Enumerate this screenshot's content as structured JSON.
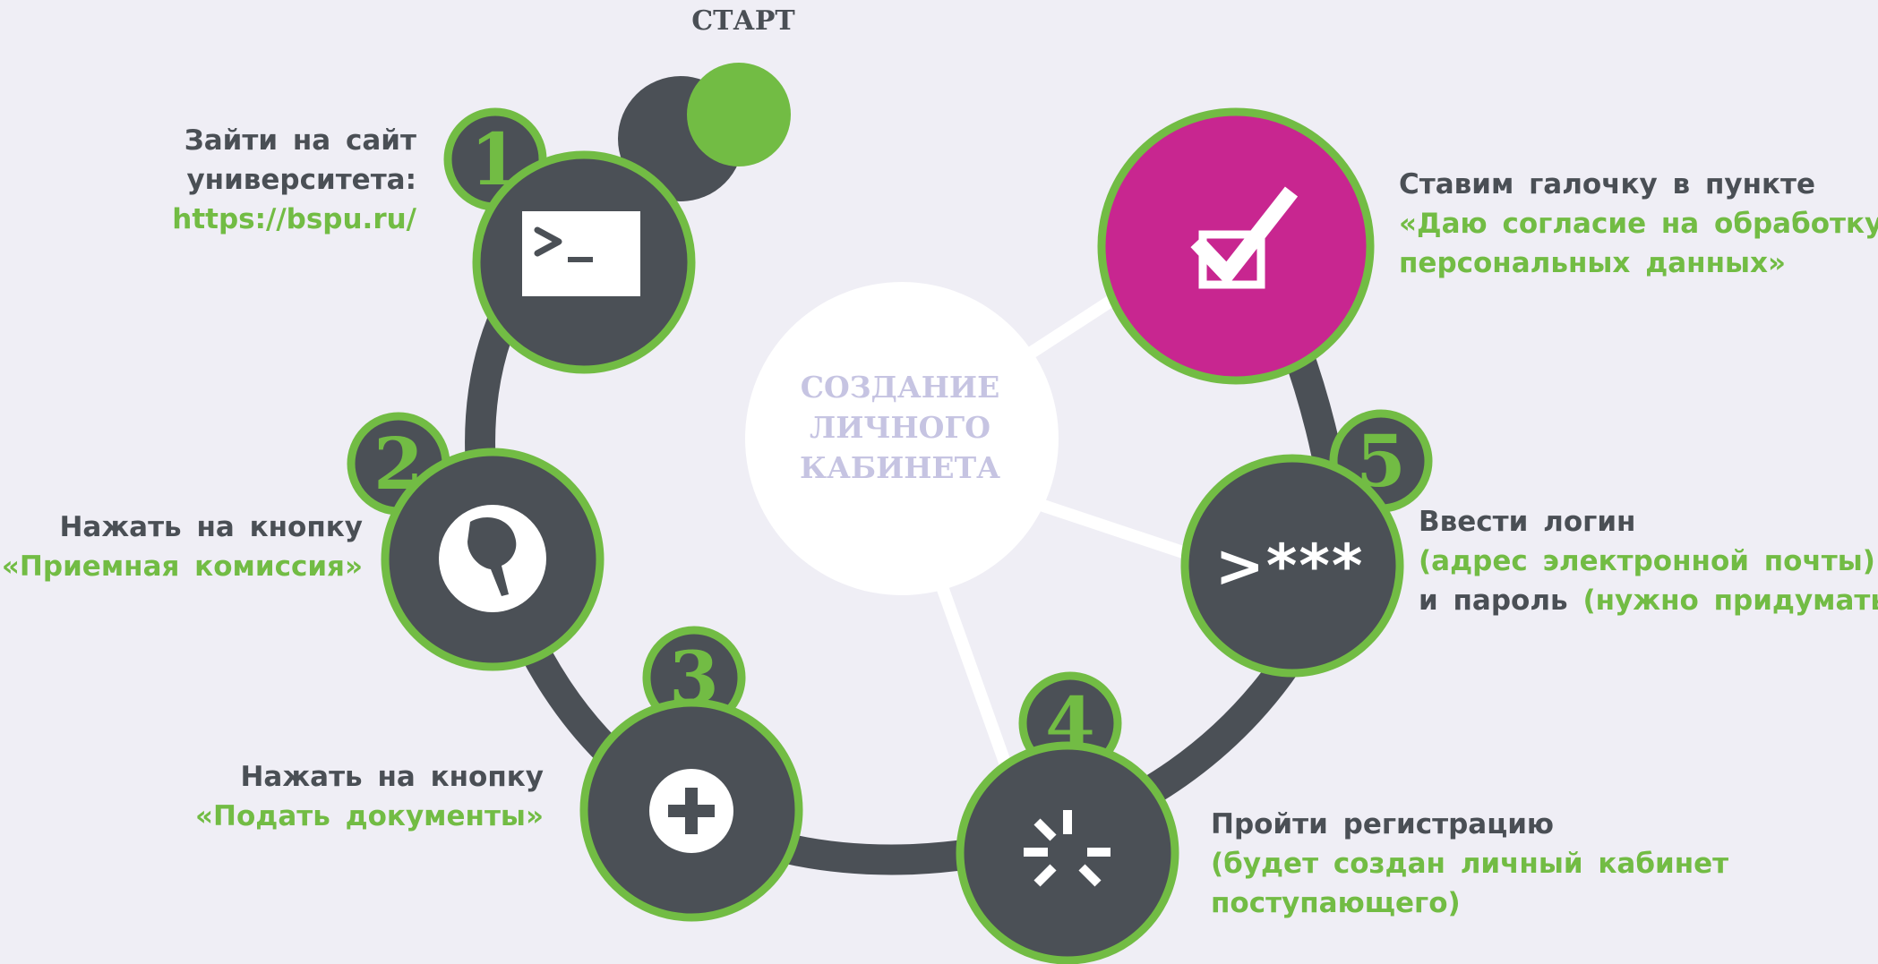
{
  "start": {
    "label": "СТАРТ"
  },
  "center": {
    "lines": [
      "СОЗДАНИЕ",
      "ЛИЧНОГО",
      "КАБИНЕТА"
    ]
  },
  "colors": {
    "background": "#efeef5",
    "node_fill": "#4b5056",
    "ring_green": "#72bc44",
    "accent_magenta": "#c82690",
    "center_circle": "#ffffff",
    "center_text": "#c6c4e2"
  },
  "steps": [
    {
      "number": "1",
      "icon": "terminal-icon",
      "lines": [
        {
          "text": "Зайти на сайт",
          "color": "dark"
        },
        {
          "text": "университета:",
          "color": "dark"
        },
        {
          "text": "https://bspu.ru/",
          "color": "green"
        }
      ]
    },
    {
      "number": "2",
      "icon": "pointing-hand-icon",
      "lines": [
        {
          "text": "Нажать на кнопку",
          "color": "dark"
        },
        {
          "text": "«Приемная комиссия»",
          "color": "green"
        }
      ]
    },
    {
      "number": "3",
      "icon": "plus-icon",
      "lines": [
        {
          "text": "Нажать на кнопку",
          "color": "dark"
        },
        {
          "text": "«Подать документы»",
          "color": "green"
        }
      ]
    },
    {
      "number": "4",
      "icon": "loading-spinner-icon",
      "lines": [
        {
          "text": "Пройти регистрацию",
          "color": "dark"
        },
        {
          "text": "(будет создан личный кабинет",
          "color": "green"
        },
        {
          "text": "поступающего)",
          "color": "green"
        }
      ]
    },
    {
      "number": "5",
      "icon": "password-icon",
      "icon_text": ">***",
      "lines": [
        {
          "parts": [
            {
              "text": "Ввести логин",
              "color": "dark"
            }
          ]
        },
        {
          "parts": [
            {
              "text": "(адрес электронной почты)",
              "color": "green"
            }
          ]
        },
        {
          "parts": [
            {
              "text": "и пароль ",
              "color": "dark"
            },
            {
              "text": "(нужно придумать)",
              "color": "green"
            }
          ]
        }
      ]
    },
    {
      "icon": "checkbox-check-icon",
      "lines": [
        {
          "text": "Ставим галочку в пункте",
          "color": "dark"
        },
        {
          "text": "«Даю согласие на обработку",
          "color": "green"
        },
        {
          "text": "персональных данных»",
          "color": "green"
        }
      ]
    }
  ]
}
